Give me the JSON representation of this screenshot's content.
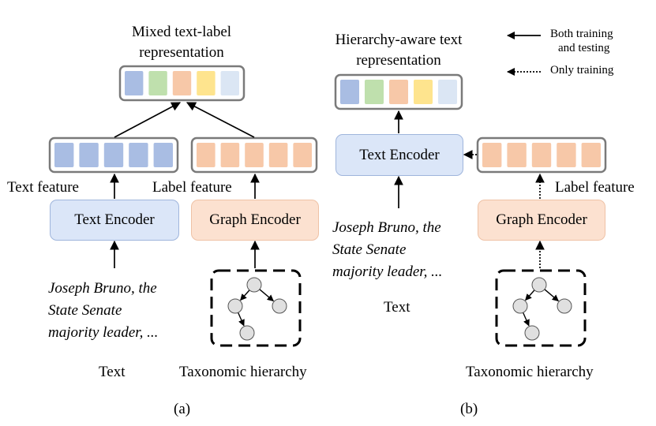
{
  "panel_a": {
    "title_line1": "Mixed text-label",
    "title_line2": "representation",
    "text_feature_label": "Text feature",
    "label_feature_label": "Label feature",
    "text_encoder": "Text Encoder",
    "graph_encoder": "Graph Encoder",
    "input_line1": "Joseph Bruno, the",
    "input_line2": "State Senate",
    "input_line3": "majority leader, ...",
    "text_caption": "Text",
    "taxonomy_caption": "Taxonomic hierarchy",
    "caption": "(a)"
  },
  "panel_b": {
    "title_line1": "Hierarchy-aware text",
    "title_line2": "representation",
    "text_encoder": "Text Encoder",
    "graph_encoder": "Graph Encoder",
    "label_feature_label": "Label feature",
    "input_line1": "Joseph Bruno, the",
    "input_line2": "State Senate",
    "input_line3": "majority leader, ...",
    "text_caption": "Text",
    "taxonomy_caption": "Taxonomic hierarchy",
    "caption": "(b)"
  },
  "legend": {
    "solid_line1": "Both training",
    "solid_line2": "and testing",
    "dotted": "Only training"
  },
  "colors": {
    "text_cell": "#a9bde3",
    "label_cell": "#f7c8a8",
    "mixed_cells": [
      "#a9bde3",
      "#bfe0ad",
      "#f7c8a8",
      "#fee48e",
      "#dbe6f4"
    ],
    "text_encoder_fill": "#dbe6f8",
    "graph_encoder_fill": "#fce1d0",
    "tree_node": "#e0e0e0"
  }
}
